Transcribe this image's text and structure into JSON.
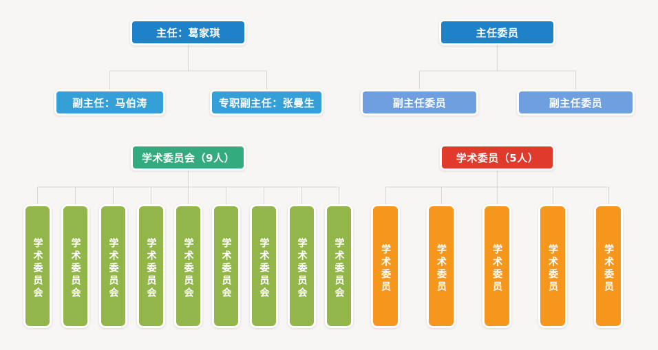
{
  "meta": {
    "background_color": "#f7f6f4",
    "line_color": "#d8d6d2"
  },
  "chart_data": {
    "type": "diagram",
    "subtype": "organization-chart",
    "title": "",
    "orientation": "top-down",
    "branches": [
      {
        "id": "left",
        "root": {
          "label": "主任：葛家琪",
          "color": "#1f82c8"
        },
        "deputies": [
          {
            "label": "副主任：马伯涛",
            "color": "#35a0d8"
          },
          {
            "label": "专职副主任：张曼生",
            "color": "#35a0d8"
          }
        ],
        "committee": {
          "label": "学术委员会（9人）",
          "color": "#34ab7f",
          "count": 9
        },
        "members": [
          {
            "label": "学术委员会",
            "color": "#93b64b"
          },
          {
            "label": "学术委员会",
            "color": "#93b64b"
          },
          {
            "label": "学术委员会",
            "color": "#93b64b"
          },
          {
            "label": "学术委员会",
            "color": "#93b64b"
          },
          {
            "label": "学术委员会",
            "color": "#93b64b"
          },
          {
            "label": "学术委员会",
            "color": "#93b64b"
          },
          {
            "label": "学术委员会",
            "color": "#93b64b"
          },
          {
            "label": "学术委员会",
            "color": "#93b64b"
          },
          {
            "label": "学术委员会",
            "color": "#93b64b"
          }
        ]
      },
      {
        "id": "right",
        "root": {
          "label": "主任委员",
          "color": "#1f82c8"
        },
        "deputies": [
          {
            "label": "副主任委员",
            "color": "#6f9fdf"
          },
          {
            "label": "副主任委员",
            "color": "#6f9fdf"
          }
        ],
        "committee": {
          "label": "学术委员（5人）",
          "color": "#e03a2d",
          "count": 5
        },
        "members": [
          {
            "label": "学术委员",
            "color": "#f5971d"
          },
          {
            "label": "学术委员",
            "color": "#f5971d"
          },
          {
            "label": "学术委员",
            "color": "#f5971d"
          },
          {
            "label": "学术委员",
            "color": "#f5971d"
          },
          {
            "label": "学术委员",
            "color": "#f5971d"
          }
        ]
      }
    ]
  },
  "left": {
    "root": "主任：葛家琪",
    "deputy_1": "副主任：马伯涛",
    "deputy_2": "专职副主任：张曼生",
    "committee": "学术委员会（9人）",
    "members": [
      "学术委员会",
      "学术委员会",
      "学术委员会",
      "学术委员会",
      "学术委员会",
      "学术委员会",
      "学术委员会",
      "学术委员会",
      "学术委员会"
    ]
  },
  "right": {
    "root": "主任委员",
    "deputy_1": "副主任委员",
    "deputy_2": "副主任委员",
    "committee": "学术委员（5人）",
    "members": [
      "学术委员",
      "学术委员",
      "学术委员",
      "学术委员",
      "学术委员"
    ]
  }
}
